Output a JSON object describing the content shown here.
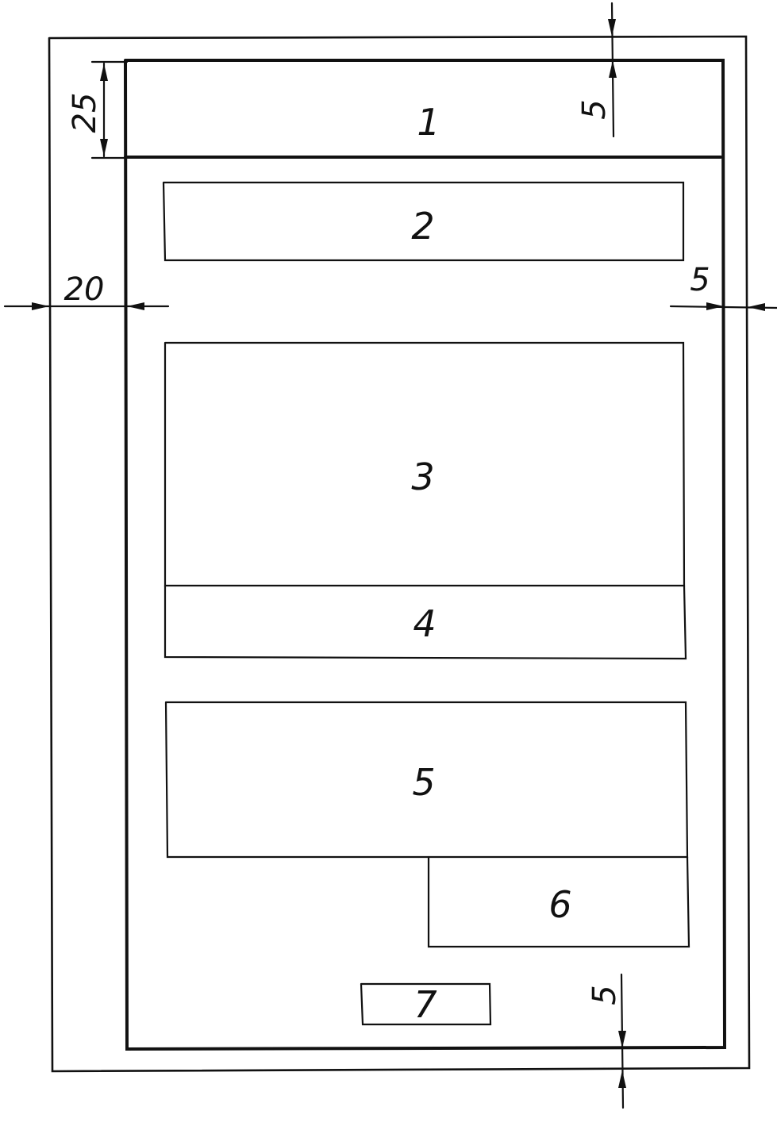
{
  "blocks": {
    "b1": "1",
    "b2": "2",
    "b3": "3",
    "b4": "4",
    "b5": "5",
    "b6": "6",
    "b7": "7"
  },
  "dimensions": {
    "top_height": "25",
    "top_margin": "5",
    "left_margin": "20",
    "right_margin": "5",
    "bottom_margin": "5"
  }
}
